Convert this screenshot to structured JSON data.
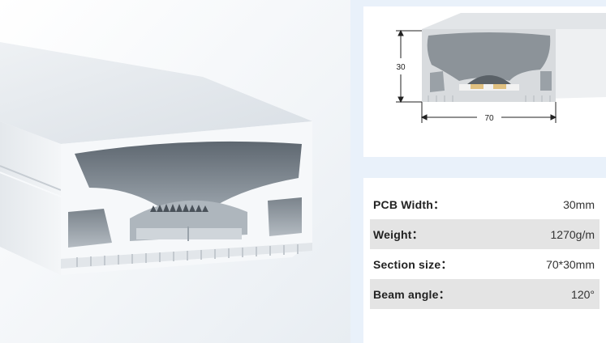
{
  "drawing": {
    "height_label": "30",
    "width_label": "70"
  },
  "specs": [
    {
      "label": "PCB Width：",
      "value": "30mm"
    },
    {
      "label": "Weight：",
      "value": "1270g/m"
    },
    {
      "label": "Section size：",
      "value": "70*30mm"
    },
    {
      "label": "Beam angle：",
      "value": "120°"
    }
  ]
}
